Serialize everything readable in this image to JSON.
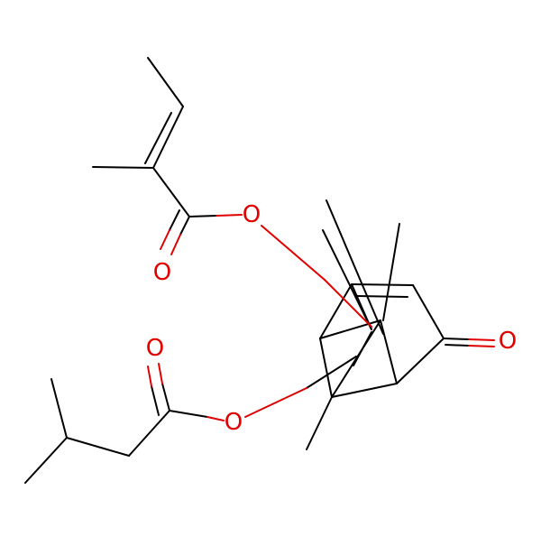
{
  "molecule": {
    "atom_labels": {
      "o_ester_top": "O",
      "o_carbonyl_top": "O",
      "o_ketone": "O",
      "o_carbonyl_bottom": "O",
      "o_ester_bottom": "O"
    },
    "colors": {
      "bond": "#000000",
      "oxygen": "#e00000",
      "background": "#ffffff"
    }
  }
}
